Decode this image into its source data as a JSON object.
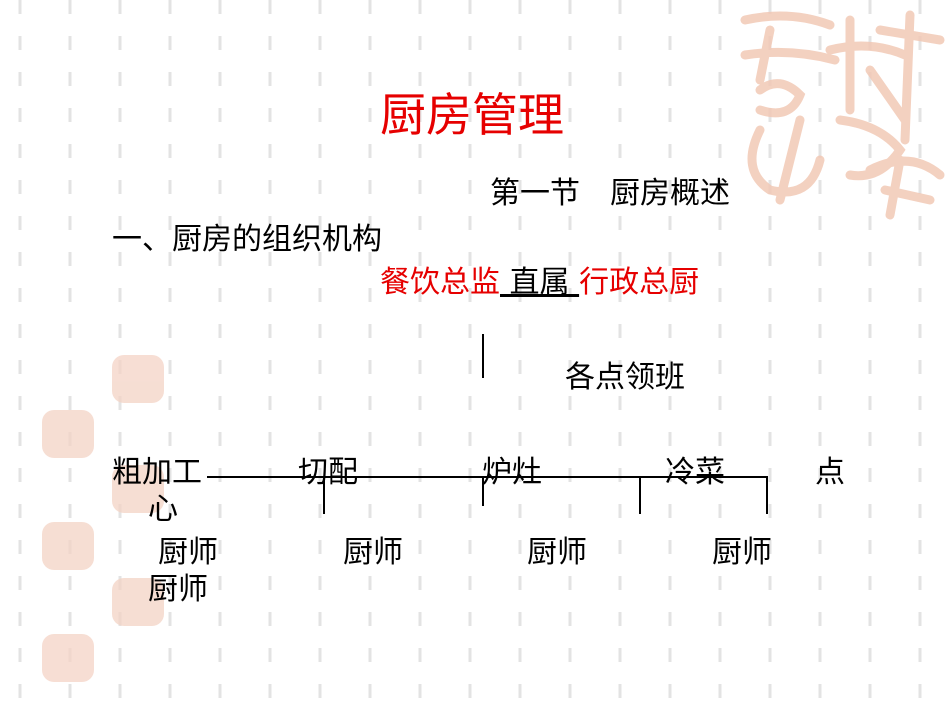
{
  "slide": {
    "title": "厨房管理",
    "section": "第一节　厨房概述",
    "heading": "一、厨房的组织机构",
    "top_left": "餐饮总监",
    "relation": "  直属  ",
    "top_right": "行政总厨",
    "leaders": "各点领班",
    "stations": [
      "粗加工",
      "切配",
      "炉灶",
      "冷菜",
      "点",
      "心"
    ],
    "chefs": [
      "厨师",
      "厨师",
      "厨师",
      "厨师",
      "厨师"
    ]
  },
  "colors": {
    "accent": "#e60000",
    "decor": "#f2c9b6",
    "grid": "#e3e3e3"
  }
}
